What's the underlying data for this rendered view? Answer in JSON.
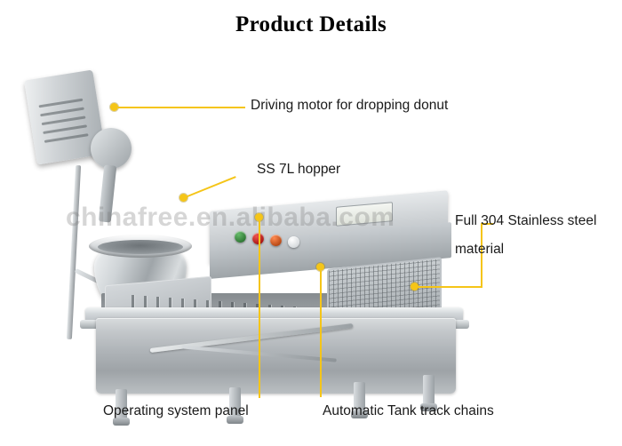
{
  "title": "Product Details",
  "watermark": "chinafree.en.alibaba.com",
  "accent_color": "#f5c518",
  "callouts": [
    {
      "id": "driving-motor",
      "label": "Driving motor for dropping donut"
    },
    {
      "id": "hopper",
      "label": "SS 7L hopper"
    },
    {
      "id": "stainless-material-line1",
      "label": "Full 304 Stainless steel"
    },
    {
      "id": "stainless-material-line2",
      "label": "material"
    },
    {
      "id": "operating-panel",
      "label": "Operating system panel"
    },
    {
      "id": "track-chains",
      "label": "Automatic Tank track chains"
    }
  ],
  "machine": {
    "knob_colors": [
      "#2e7d32",
      "#c62828",
      "#d84315",
      "#f5f5f5"
    ],
    "display_label": ""
  }
}
